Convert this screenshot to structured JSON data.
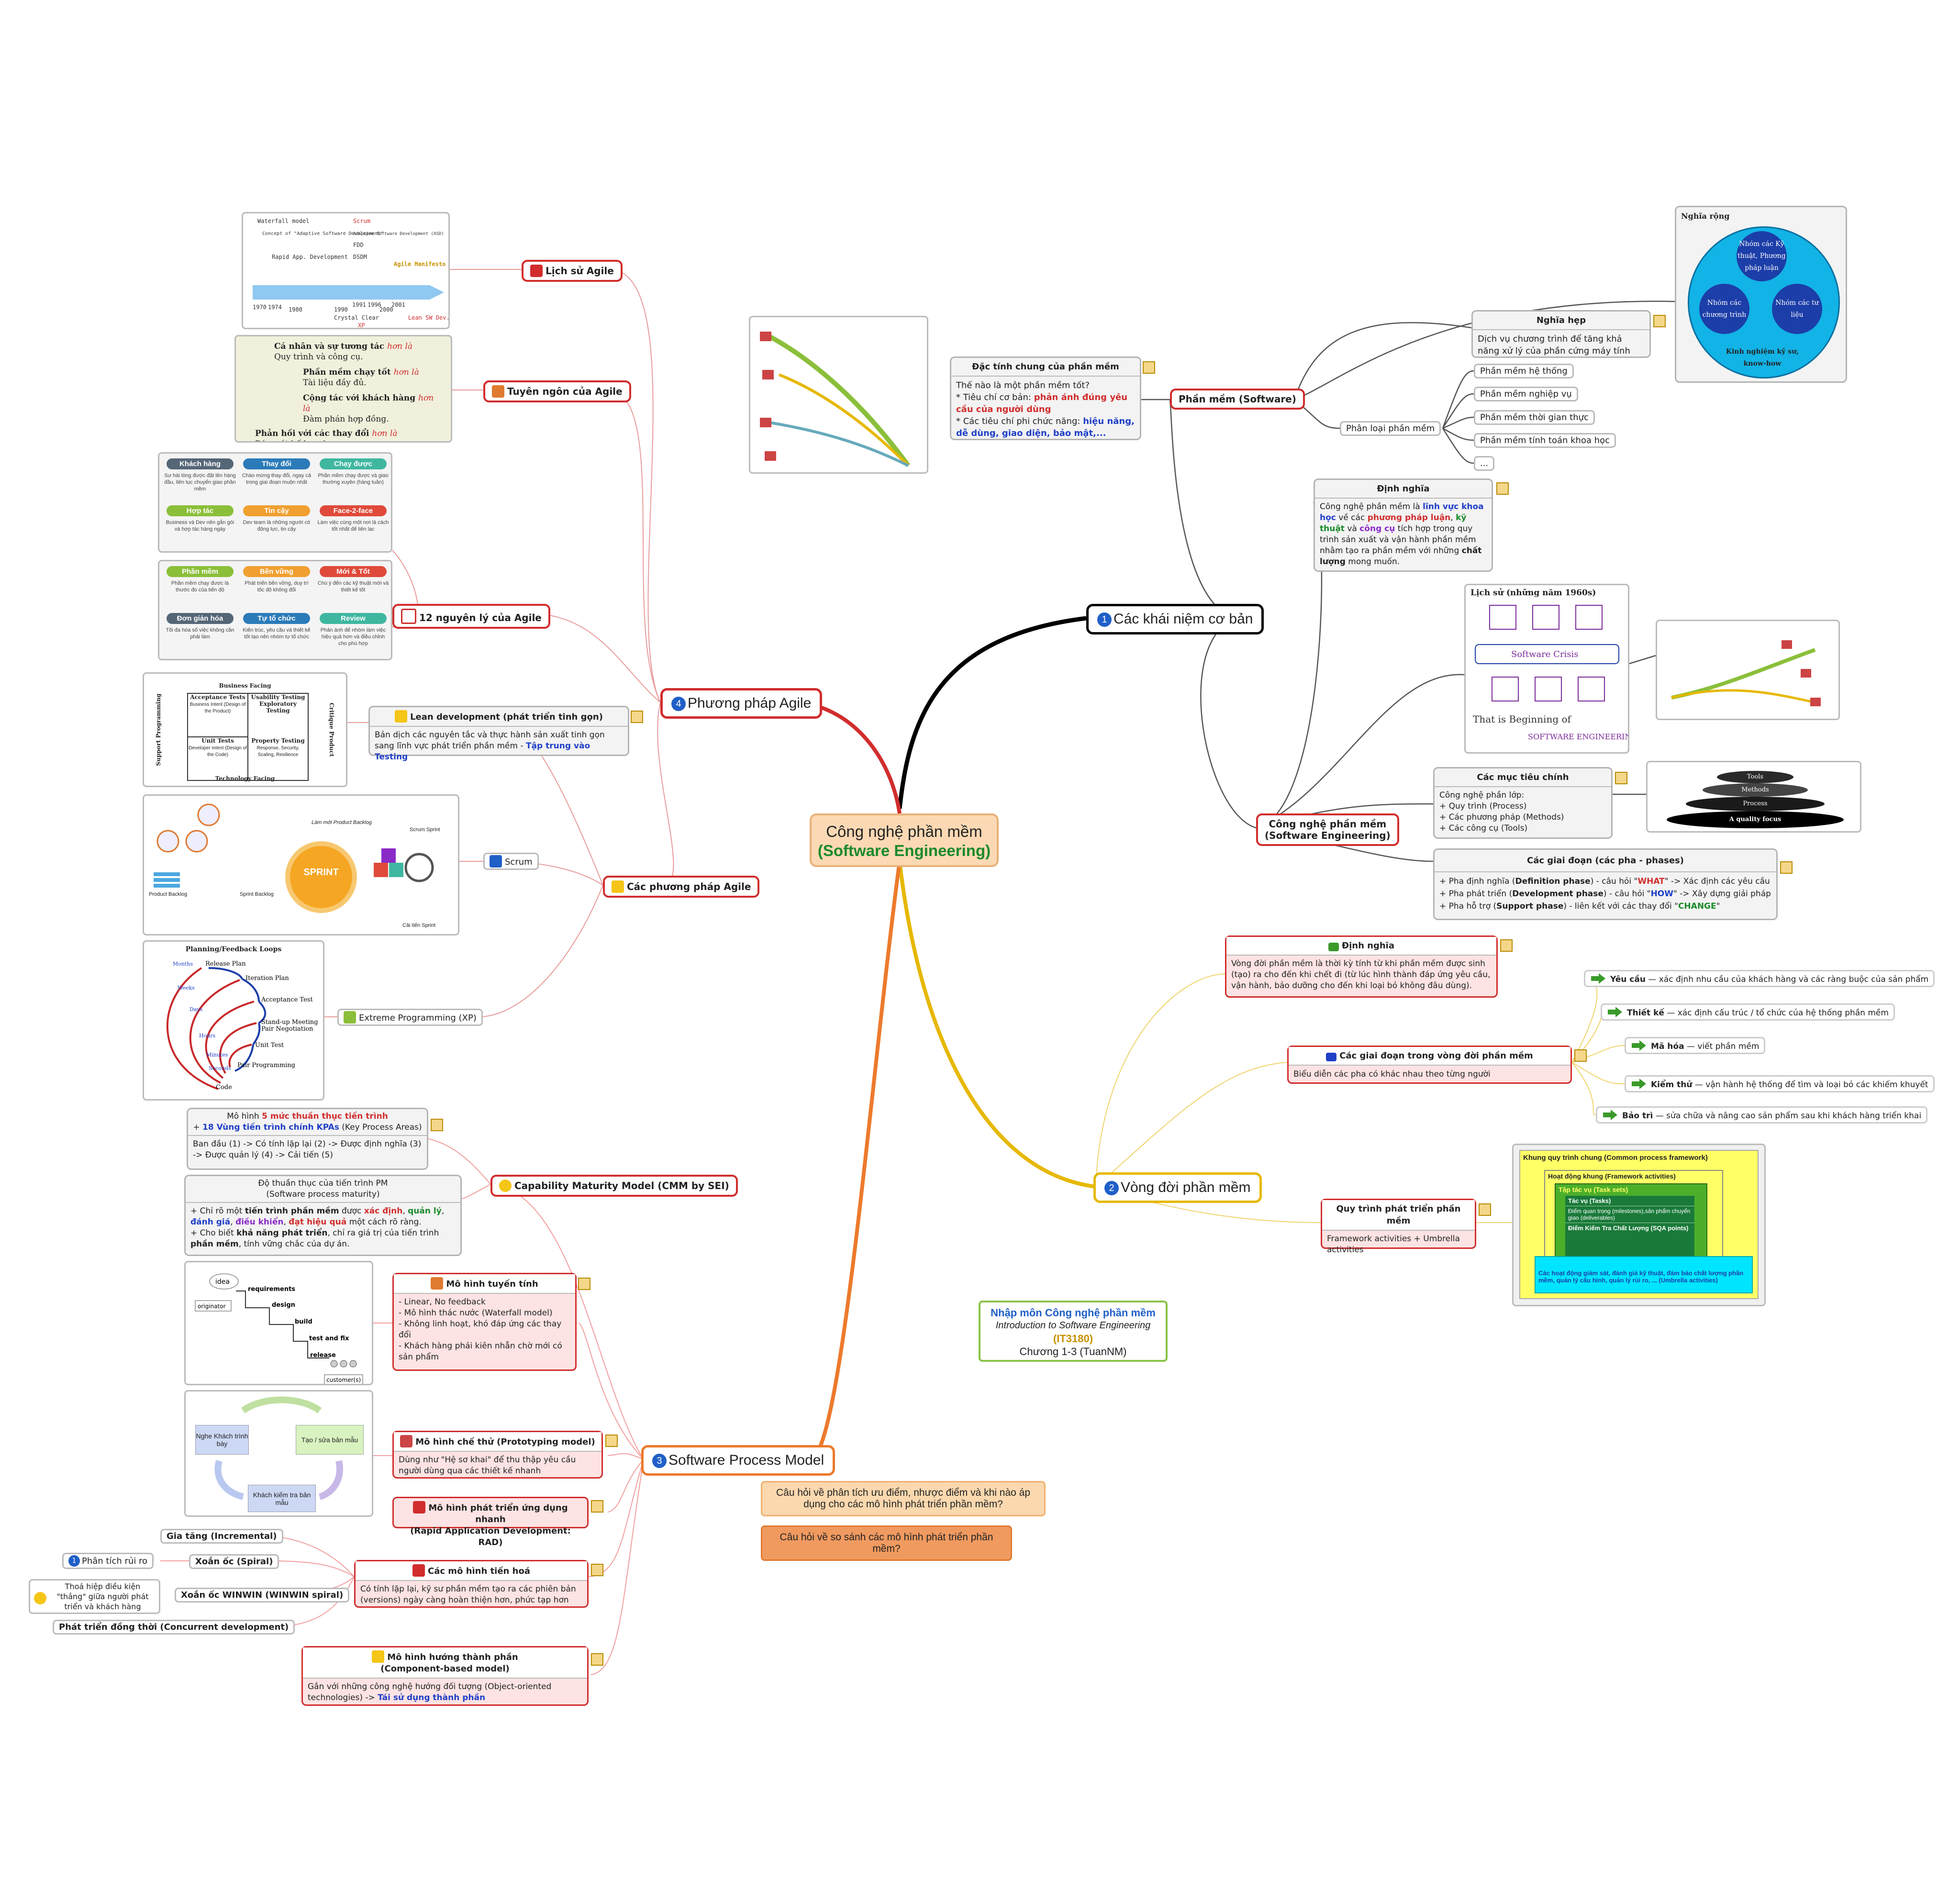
{
  "center": {
    "line1": "Công nghệ phần mềm",
    "line2": "(Software Engineering)"
  },
  "branches": {
    "b1": {
      "num": "1",
      "label": "Các khái niệm cơ bản"
    },
    "b2": {
      "num": "2",
      "label": "Vòng đời phần mềm"
    },
    "b3": {
      "num": "3",
      "label": "Software Process Model"
    },
    "b4": {
      "num": "4",
      "label": "Phương pháp Agile"
    }
  },
  "info": {
    "title": "Nhập môn Công nghệ phần mềm",
    "subtitle": "Introduction to Software Engineering",
    "code": "(IT3180)",
    "chapter": "Chương 1-3 (TuanNM)"
  },
  "questions": {
    "q1": "Câu hỏi về phân tích ưu điểm, nhược điểm và khi nào áp dụng cho các mô hình phát triển phần mềm?",
    "q2": "Câu hỏi về so sánh các mô hình phát triển phần mềm?"
  },
  "software": {
    "topic": "Phần mềm (Software)",
    "characteristics": {
      "title": "Đặc tính chung của phần mềm",
      "line1": "Thế nào là một phần mềm tốt?",
      "line2a": "* Tiêu chí cơ bản: ",
      "line2b": "phản ánh đúng yêu cầu của người dùng",
      "line3a": "* Các tiêu chí phi chức năng: ",
      "line3b": "hiệu năng, dễ dùng, giao diện, bảo mật,..."
    },
    "narrow": {
      "title": "Nghĩa hẹp",
      "body": "Dịch vụ chương trình để tăng khả năng xử lý của phần cứng máy tính"
    },
    "broad": {
      "title": "Nghĩa rộng",
      "c1": "Nhóm các Kỹ thuật, Phương pháp luận",
      "c2": "Nhóm các chương trình",
      "c3": "Nhóm các tư liệu",
      "c4": "Kinh nghiệm kỹ sư, know-how"
    },
    "classify": {
      "title": "Phân loại phần mềm",
      "items": [
        "Phần mềm hệ thống",
        "Phần mềm nghiệp vụ",
        "Phần mềm thời gian thực",
        "Phần mềm tính toán khoa học",
        "..."
      ]
    }
  },
  "se": {
    "topic": "Công nghệ phần mềm",
    "topic2": "(Software Engineering)",
    "definition": {
      "title": "Định nghĩa",
      "t1": "Công nghệ phần mềm là ",
      "t2": "lĩnh vực khoa học",
      "t3": " về các ",
      "t4": "phương pháp luận",
      "t5": ", ",
      "t6": "kỹ thuật",
      "t7": " và ",
      "t8": "công cụ",
      "t9": " tích hợp trong quy trình sản xuất và vận hành phần mềm nhằm tạo ra phần mềm với những ",
      "t10": "chất lượng",
      "t11": " mong muốn."
    },
    "history": {
      "title": "Lịch sử (những năm 1960s)",
      "crisis": "Software Crisis",
      "beginning": "That is Beginning of",
      "se": "SOFTWARE ENGINEERING"
    },
    "goals": {
      "title": "Các mục tiêu chính",
      "intro": "Công nghệ phần lớp:",
      "items": [
        "+ Quy trình (Process)",
        "+ Các phương pháp (Methods)",
        "+ Các công cụ (Tools)"
      ]
    },
    "pyramid": [
      "Tools",
      "Methods",
      "Process",
      "A quality focus"
    ],
    "phases": {
      "title": "Các giai đoạn (các pha - phases)",
      "p1a": "+ Pha định nghĩa (",
      "p1b": "Definition phase",
      "p1c": ") - câu hỏi \"",
      "p1d": "WHAT",
      "p1e": "\" -> Xác định các yêu cầu",
      "p2a": "+ Pha phát triển (",
      "p2b": "Development phase",
      "p2c": ") - câu hỏi \"",
      "p2d": "HOW",
      "p2e": "\" -> Xây dựng giải pháp",
      "p3a": "+ Pha hỗ trợ (",
      "p3b": "Support phase",
      "p3c": ") - liên kết với các thay đổi \"",
      "p3d": "CHANGE",
      "p3e": "\""
    }
  },
  "lifecycle": {
    "definition": {
      "title": "Định nghĩa",
      "body": "Vòng đời phần mềm là thời kỳ tính từ khi phần mềm được sinh (tạo) ra cho đến khi chết đi (từ lúc hình thành đáp ứng yêu cầu, vận hành, bảo dưỡng cho đến khi loại bỏ không đâu dùng)."
    },
    "stages": {
      "title": "Các giai đoạn trong vòng đời phần mềm",
      "body": "Biểu diễn các pha có khác nhau theo từng người"
    },
    "steps": [
      {
        "name": "Yêu cầu",
        "desc": " — xác định nhu cầu của khách hàng và các ràng buộc của sản phẩm"
      },
      {
        "name": "Thiết kế",
        "desc": " — xác định cấu trúc / tổ chức của hệ thống phần mềm"
      },
      {
        "name": "Mã hóa",
        "desc": " — viết phần mềm"
      },
      {
        "name": "Kiểm thử",
        "desc": " — vận hành hệ thống để tìm và loại bỏ các khiếm khuyết"
      },
      {
        "name": "Bảo trì",
        "desc": " — sửa chữa và nâng cao sản phẩm sau khi khách hàng triển khai"
      }
    ],
    "process": {
      "title": "Quy trình phát triển phần mềm",
      "body": "Framework activities + Umbrella activities"
    },
    "framework": {
      "outer": "Khung quy trình chung (Common process framework)",
      "fa": "Hoạt động khung (Framework activities)",
      "ts": "Tập tác vụ (Task sets)",
      "tasks": "Tác vụ (Tasks)",
      "milestones": "Điểm quan trọng (milestones),sản phẩm chuyển giao (deliverables)",
      "sqa": "Điểm Kiểm Tra Chất Lượng (SQA points)",
      "umbrella": "Các hoạt động giám sát, đánh giá kỹ thuật, đảm bảo chất lượng phần mềm, quản lý cấu hình, quản lý rủi ro, ... (Umbrella activities)"
    }
  },
  "agile": {
    "history": {
      "topic": "Lịch sử Agile"
    },
    "timeline": {
      "years": [
        "1970",
        "1974",
        "1980",
        "1990",
        "1991",
        "1996",
        "2000",
        "2001"
      ],
      "items": [
        "Waterfall model",
        "Concept of \"Adaptive Software Development\"",
        "Rapid App. Development",
        "Scrum",
        "Adaptive Software Development (ASD)",
        "FDD",
        "DSDM",
        "Agile Manifesto",
        "Lean SW Dev.",
        "Crystal Clear",
        "XP"
      ]
    },
    "manifesto": {
      "topic": "Tuyên ngôn của Agile",
      "l1a": "Cá nhân và sự tương tác ",
      "l1b": "hơn là",
      "l1c": "Quy trình và công cụ.",
      "l2a": "Phần mềm chạy tốt ",
      "l2b": "hơn là",
      "l2c": "Tài liệu đầy đủ.",
      "l3a": "Cộng tác với khách hàng ",
      "l3b": "hơn là",
      "l3c": "Đàm phán hợp đồng.",
      "l4a": "Phản hồi với các thay đổi ",
      "l4b": "hơn là",
      "l4c": "Bám sát kế hoạch."
    },
    "principles": {
      "topic": "12 nguyên lý của Agile",
      "cards": [
        {
          "title": "Khách hàng",
          "color": "#556677",
          "text": "Sự hài lòng được đặt lên hàng đầu, liên tục chuyển giao phần mềm"
        },
        {
          "title": "Thay đổi",
          "color": "#2b7bb9",
          "text": "Chào mừng thay đổi, ngay cả trong giai đoạn muộn nhất"
        },
        {
          "title": "Chạy được",
          "color": "#3fb7a0",
          "text": "Phần mềm chạy được và giao thường xuyên (hàng tuần)"
        },
        {
          "title": "Hợp tác",
          "color": "#8bbf3a",
          "text": "Business và Dev nên gắn gói và hợp tác hàng ngày"
        },
        {
          "title": "Tin cậy",
          "color": "#f0a030",
          "text": "Dev team là những người có động lực, tin cậy"
        },
        {
          "title": "Face-2-face",
          "color": "#e04a3a",
          "text": "Làm việc cùng một nơi là cách tốt nhất để liên lạc"
        },
        {
          "title": "Phần mềm",
          "color": "#8bbf3a",
          "text": "Phần mềm chạy được là thước đo của tiến độ"
        },
        {
          "title": "Bền vững",
          "color": "#f0a030",
          "text": "Phát triển bền vững, duy trì tốc độ không đổi"
        },
        {
          "title": "Mới & Tốt",
          "color": "#e04a3a",
          "text": "Chú ý đến các kỹ thuật mới và thiết kế tốt"
        },
        {
          "title": "Đơn giản hóa",
          "color": "#556677",
          "text": "Tối đa hóa số việc không cần phải làm"
        },
        {
          "title": "Tự tổ chức",
          "color": "#2b7bb9",
          "text": "Kiến trúc, yêu cầu và thiết kế tốt tạo nên nhóm tự tổ chức"
        },
        {
          "title": "Review",
          "color": "#3fb7a0",
          "text": "Phản ánh để nhóm làm việc hiệu quả hơn và điều chỉnh cho phù hợp"
        }
      ]
    },
    "methods": {
      "topic": "Các phương pháp Agile"
    },
    "lean": {
      "title": "Lean development (phát triển tinh gọn)",
      "body": "Bản dịch các nguyên tắc và thực hành sản xuất tinh gọn sang lĩnh vực phát triển phần mềm - ",
      "focus": "Tập trung vào Testing"
    },
    "quadrants": {
      "top": "Business Facing",
      "bottom": "Technology Facing",
      "left": "Support Programming",
      "right": "Critique Product",
      "q1": "Acceptance Tests",
      "q1s": "Business Intent (Design of the Product)",
      "q2": "Usability Testing",
      "q2b": "Exploratory Testing",
      "q3": "Unit Tests",
      "q3s": "Developer Intent (Design of the Code)",
      "q4": "Property Testing",
      "q4s": "Response, Security, Scaling, Resilience"
    },
    "scrum": {
      "topic": "Scrum",
      "sprint": "SPRINT",
      "backlog": "Product Backlog",
      "sprint_planning": "Sprint Backlog",
      "review": "Scrum Sprint",
      "done": "Cải tiến Sprint",
      "lam_moi": "Làm mới Product Backlog"
    },
    "xp": {
      "topic": "Extreme Programming (XP)",
      "title": "Planning/Feedback Loops",
      "items": [
        "Release Plan",
        "Iteration Plan",
        "Acceptance Test",
        "Stand-up Meeting",
        "Pair Negotiation",
        "Unit Test",
        "Pair Programming",
        "Code"
      ],
      "scale": [
        "Months",
        "Weeks",
        "Days",
        "Hours",
        "Minutes",
        "Seconds"
      ]
    }
  },
  "models": {
    "cmm": {
      "topic": "Capability Maturity Model (CMM by SEI)",
      "levels": {
        "l1a": "Mô hình ",
        "l1b": "5 mức thuần thục tiến trình",
        "l2a": "+ ",
        "l2b": "18 Vùng tiến trình chính KPAs",
        "l2c": " (Key Process Areas)",
        "l3": "Ban đầu (1) -> Có tính lặp lại (2) -> Được định nghĩa  (3) -> Được quản lý (4) -> Cải tiến (5)"
      },
      "pm": {
        "title1": "Độ thuần thục của tiến trình PM",
        "title2": "(Software process maturity)",
        "b1a": "+ Chỉ rõ một ",
        "b1b": "tiến trình phần mềm",
        "b1c": " được ",
        "b1d": "xác định",
        "b1e": ", ",
        "b1f": "quản lý",
        "b1g": ", ",
        "b1h": "đánh giá",
        "b1i": ", ",
        "b1j": "điều khiển",
        "b1k": ", ",
        "b1l": "đạt hiệu quả",
        "b1m": " một cách rõ ràng.",
        "b2a": "+ Cho biết ",
        "b2b": "khả năng phát triển",
        "b2c": ", chỉ ra giá trị của tiến trình ",
        "b2d": "phần mềm",
        "b2e": ", tính vững chắc của dự án."
      }
    },
    "linear": {
      "title": "Mô hình tuyến tính",
      "items": [
        "- Linear, No feedback",
        "- Mô hình thác nước (Waterfall model)",
        "- Không linh hoạt, khó đáp ứng các thay đổi",
        "- Khách hàng phải kiên nhẫn chờ mới có sản phẩm"
      ],
      "diagram": [
        "idea",
        "originator",
        "requirements",
        "design",
        "build",
        "test and fix",
        "release",
        "customer(s)"
      ]
    },
    "prototype": {
      "title": "Mô hình chế thử (Prototyping model)",
      "body": "Dùng như \"Hệ sơ khai\" để thu thập yêu cầu người dùng qua các thiết kế nhanh",
      "d1": "Nghe Khách trình bày",
      "d2": "Tạo / sửa bản mẫu",
      "d3": "Khách kiểm tra bản mẫu"
    },
    "rad": {
      "title1": "Mô hình phát triển ứng dụng nhanh",
      "title2": "(Rapid Application Development: RAD)"
    },
    "evolution": {
      "title": "Các mô hình tiến hoá",
      "body": "Có tính lặp lại, kỹ sư phần mềm tạo ra các phiên bản (versions) ngày càng hoàn thiện hơn, phức tạp hơn",
      "incremental": "Gia tăng (Incremental)",
      "spiral": "Xoắn ốc (Spiral)",
      "risk": "Phân tích rủi ro",
      "winwin": "Xoắn ốc WINWIN (WINWIN spiral)",
      "winwin_note": "Thoả hiệp điều kiện \"thắng\" giữa người phát triển và khách hàng",
      "concurrent": "Phát triển đồng thời (Concurrent development)"
    },
    "component": {
      "title1": "Mô hình hướng thành phần",
      "title2": "(Component-based model)",
      "body1": "Gắn với những công nghệ hướng đối tượng (Object-oriented technologies) -> ",
      "body2": "Tái sử dụng thành phần"
    }
  }
}
